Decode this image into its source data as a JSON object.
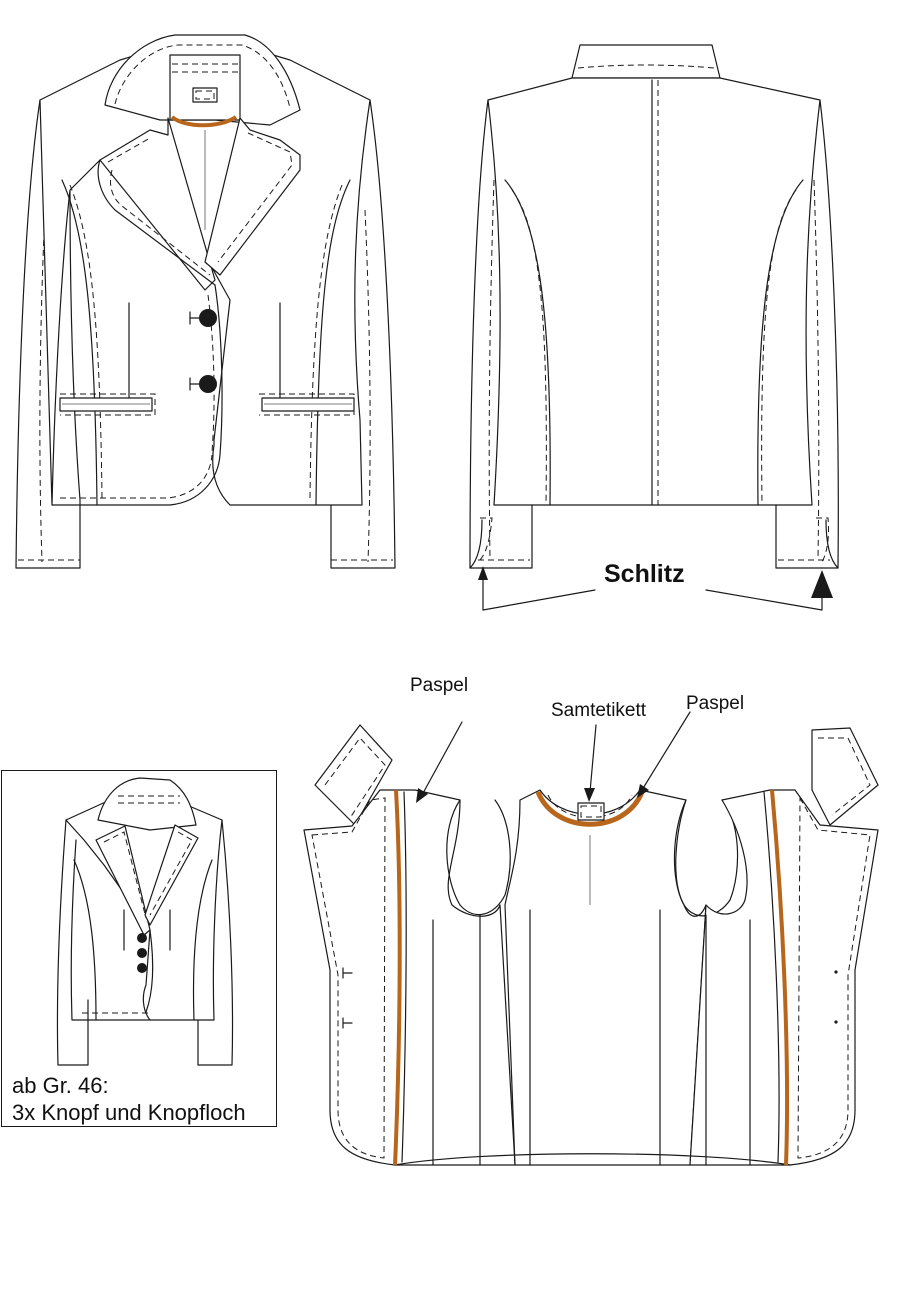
{
  "labels": {
    "schlitz": "Schlitz",
    "paspel_left": "Paspel",
    "samtetikett": "Samtetikett",
    "paspel_right": "Paspel",
    "note_line1": "ab Gr. 46:",
    "note_line2": "3x Knopf und Knopfloch"
  },
  "colors": {
    "piping": "#b8661b",
    "line": "#1a1a1a",
    "button": "#1a1a1a"
  }
}
